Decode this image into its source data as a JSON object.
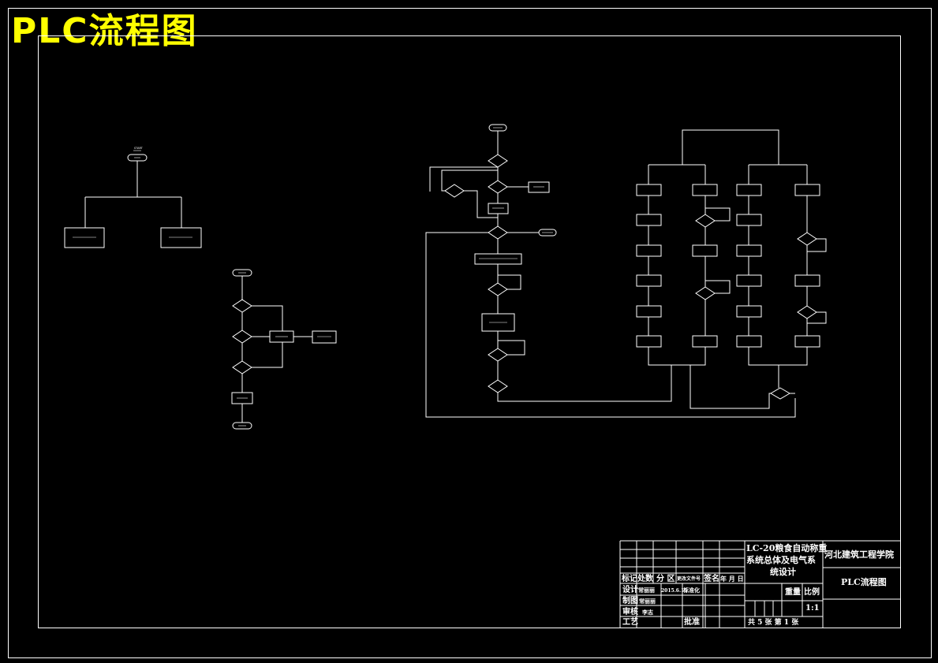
{
  "title": "PLC流程图",
  "title_color": "#ffff00",
  "line_color": "#ffffff",
  "background": "#000000",
  "title_block": {
    "project_title_lines": [
      "LC-20粮食自动称重",
      "系统总体及电气系",
      "统设计"
    ],
    "school": "河北建筑工程学院",
    "drawing_name": "PLC流程图",
    "header_labels": [
      "标记",
      "处数",
      "分 区",
      "更改文件号",
      "签名",
      "年 月 日"
    ],
    "design_label": "设计",
    "design_name": "常丽丽",
    "design_date": "2015.6.15",
    "standardize_label": "标准化",
    "drafting_label": "制图",
    "drafting_name": "常丽丽",
    "review_label": "审核",
    "review_name": "李志",
    "process_label": "工艺",
    "approve_label": "批准",
    "weight_label": "重量",
    "scale_label": "比例",
    "scale_value": "1:1",
    "sheet_info": "共 5 张  第 1 张"
  }
}
